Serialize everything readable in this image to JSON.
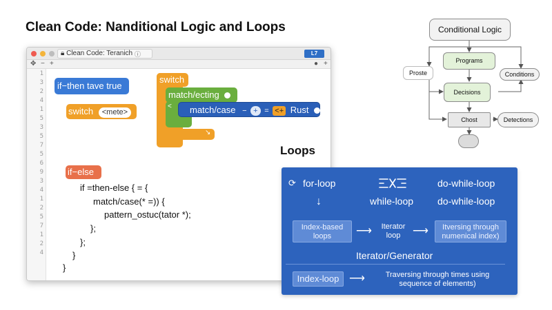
{
  "title": "Clean Code: Nanditional Logic and Loops",
  "editor": {
    "tab_label": "Clean Code: Teranich",
    "badge": "L7",
    "line_numbers": [
      "1",
      "3",
      "2",
      "4",
      "1",
      "5",
      "3",
      "5",
      "7",
      "5",
      "6",
      "9",
      "3",
      "4",
      "1",
      "2",
      "5",
      "7",
      "1",
      "2",
      "4"
    ],
    "blocks": {
      "if_then": "if−then tave true",
      "switch_small": "switch",
      "switch_small_slot": "<mete>",
      "switch_big": "switch",
      "match_ecting": "match/ecting",
      "match_case": "match/case",
      "op_minus": "−",
      "op_plus": "+",
      "op_eq": "=",
      "op_arrow": "<+",
      "rust_label": "Rust",
      "if_else": "if−else"
    },
    "code_lines": [
      "if =then-else { = {",
      "match/case(* =)) {",
      "pattern_ostuc(tator *);",
      "};",
      "};",
      "}",
      "}"
    ]
  },
  "flowchart": {
    "nodes": {
      "conditional_logic": "Conditional Logic",
      "programs": "Programs",
      "proste": "Proste",
      "conditions": "Conditions",
      "decisions": "Decisions",
      "chost": "Chost",
      "detections": "Detections",
      "end": ""
    }
  },
  "loops": {
    "heading": "Loops",
    "for_loop": "for-loop",
    "while_loop": "while-loop",
    "do_while_1": "do-while-loop",
    "do_while_2": "do-while-loop",
    "index_based": "Index-based loops",
    "iterator": "Iterator loop",
    "traversing_1": "Itversing through numenical index)",
    "iterator_generator": "Iterator/Generator",
    "index_loop": "Index-loop",
    "traversing_2": "Traversing through times using sequence of elements)"
  },
  "colors": {
    "block_blue": "#3a7ad6",
    "block_orange": "#f0a028",
    "block_green": "#6aae3e",
    "block_red": "#e8704a",
    "panel_blue": "#2d63bd",
    "flow_green": "#e3f2d9"
  }
}
